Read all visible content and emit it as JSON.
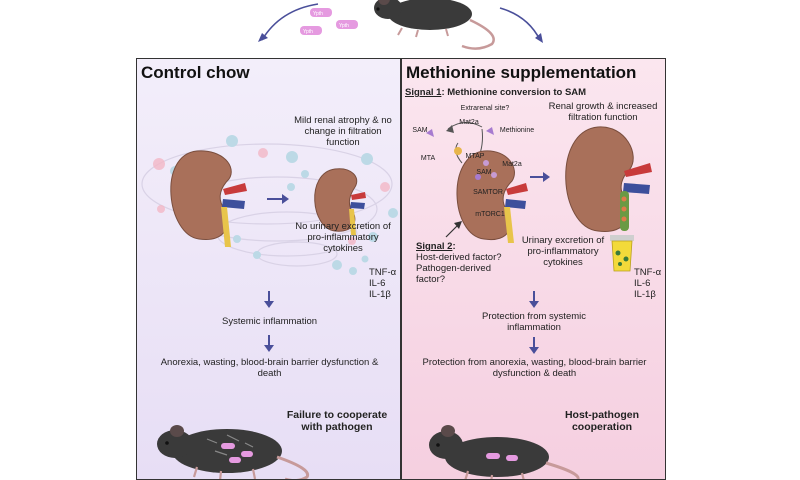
{
  "left": {
    "title": "Control chow",
    "atrophy_note": "Mild renal atrophy & no change in filtration function",
    "no_excretion_note": "No urinary excretion of pro-inflammatory cytokines",
    "cytokines": [
      "TNF-α",
      "IL-6",
      "IL-1β"
    ],
    "systemic": "Systemic inflammation",
    "outcome": "Anorexia, wasting, blood-brain barrier dysfunction & death",
    "conclusion": "Failure to cooperate with pathogen"
  },
  "right": {
    "title": "Methionine supplementation",
    "signal1_label": "Signal 1",
    "signal1_text": ": Methionine conversion to SAM",
    "extrarenal": "Extrarenal site?",
    "sam": "SAM",
    "mat2a": "Mat2a",
    "methionine": "Methionine",
    "mta": "MTA",
    "mtap": "MTAP",
    "mat2a_inner": "Mat2a",
    "sam_inner": "SAM",
    "samtor": "SAMTOR",
    "mtorc1": "mTORC1",
    "growth_note": "Renal growth & increased filtration function",
    "signal2_label": "Signal 2",
    "signal2_text": "Host-derived factor? Pathogen-derived factor?",
    "excretion_note": "Urinary excretion of pro-inflammatory cytokines",
    "cytokines": [
      "TNF-α",
      "IL-6",
      "IL-1β"
    ],
    "protection1": "Protection from systemic inflammation",
    "protection2": "Protection from anorexia, wasting, blood-brain barrier dysfunction & death",
    "conclusion": "Host-pathogen cooperation"
  },
  "top": {
    "pill_label": "Ypth"
  },
  "colors": {
    "kidney": "#a9705a",
    "arrow": "#4a4f9a",
    "pill": "#e59ae0",
    "mouse": "#3a3a3a"
  }
}
